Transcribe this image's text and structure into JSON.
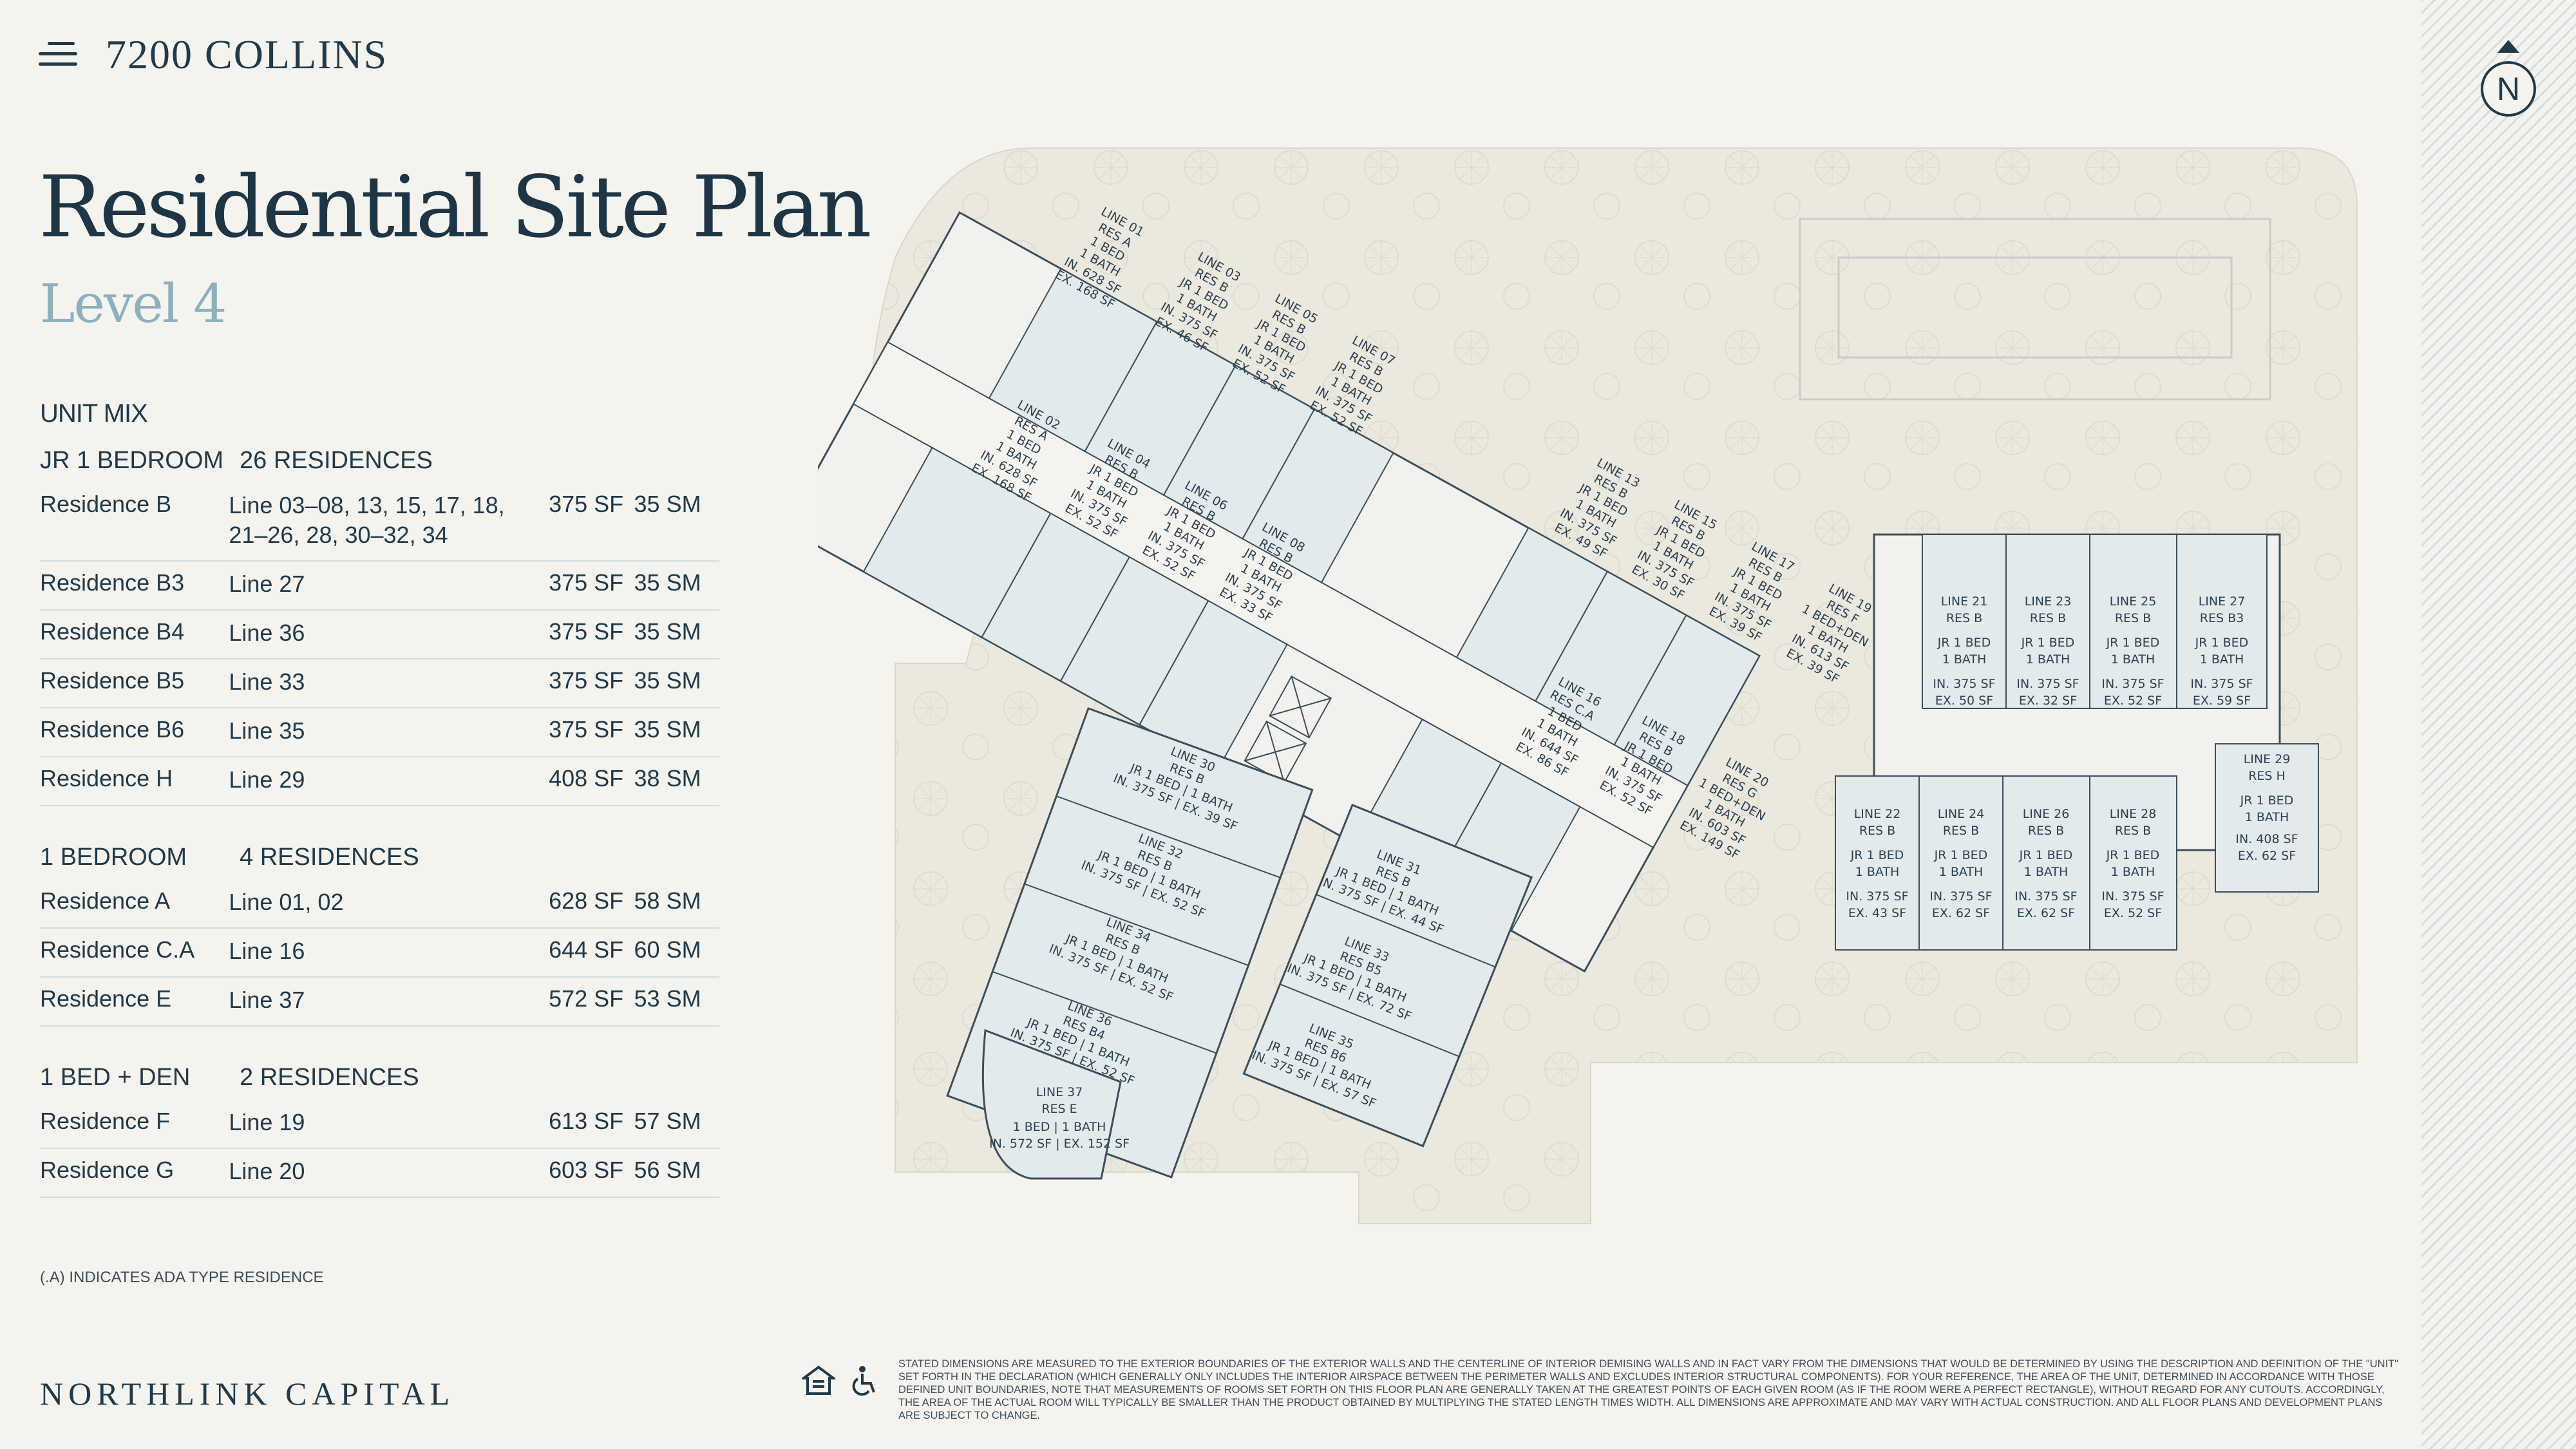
{
  "header": {
    "brand": "7200 COLLINS"
  },
  "page": {
    "title": "Residential Site Plan",
    "subtitle": "Level 4"
  },
  "unit_mix": {
    "heading": "UNIT MIX",
    "groups": [
      {
        "label": "JR 1 BEDROOM",
        "count": "26 RESIDENCES",
        "rows": [
          {
            "name": "Residence B",
            "lines": "Line 03–08, 13, 15, 17, 18, 21–26, 28, 30–32, 34",
            "sf": "375 SF",
            "sm": "35 SM"
          },
          {
            "name": "Residence B3",
            "lines": "Line 27",
            "sf": "375 SF",
            "sm": "35 SM"
          },
          {
            "name": "Residence B4",
            "lines": "Line 36",
            "sf": "375 SF",
            "sm": "35 SM"
          },
          {
            "name": "Residence B5",
            "lines": "Line 33",
            "sf": "375 SF",
            "sm": "35 SM"
          },
          {
            "name": "Residence B6",
            "lines": "Line 35",
            "sf": "375 SF",
            "sm": "35 SM"
          },
          {
            "name": "Residence H",
            "lines": "Line 29",
            "sf": "408 SF",
            "sm": "38 SM"
          }
        ]
      },
      {
        "label": "1 BEDROOM",
        "count": "4 RESIDENCES",
        "rows": [
          {
            "name": "Residence A",
            "lines": "Line 01, 02",
            "sf": "628 SF",
            "sm": "58 SM"
          },
          {
            "name": "Residence C.A",
            "lines": "Line 16",
            "sf": "644 SF",
            "sm": "60 SM"
          },
          {
            "name": "Residence E",
            "lines": "Line 37",
            "sf": "572 SF",
            "sm": "53 SM"
          }
        ]
      },
      {
        "label": "1 BED + DEN",
        "count": "2 RESIDENCES",
        "rows": [
          {
            "name": "Residence F",
            "lines": "Line 19",
            "sf": "613 SF",
            "sm": "57 SM"
          },
          {
            "name": "Residence G",
            "lines": "Line 20",
            "sf": "603 SF",
            "sm": "56 SM"
          }
        ]
      }
    ],
    "footnote": "(.A) INDICATES ADA TYPE RESIDENCE"
  },
  "footer": {
    "developer": "NORTHLINK CAPITAL",
    "legal": "STATED DIMENSIONS ARE MEASURED TO THE EXTERIOR BOUNDARIES OF THE EXTERIOR WALLS AND THE CENTERLINE OF INTERIOR DEMISING WALLS AND IN FACT VARY FROM THE DIMENSIONS THAT WOULD BE DETERMINED BY USING THE DESCRIPTION AND DEFINITION OF THE \"UNIT\" SET FORTH IN THE DECLARATION (WHICH GENERALLY ONLY INCLUDES THE INTERIOR AIRSPACE BETWEEN THE PERIMETER WALLS AND EXCLUDES INTERIOR STRUCTURAL COMPONENTS). FOR YOUR REFERENCE, THE AREA OF THE UNIT, DETERMINED IN ACCORDANCE WITH THOSE DEFINED UNIT BOUNDARIES, NOTE THAT MEASUREMENTS OF ROOMS SET FORTH ON THIS FLOOR PLAN ARE GENERALLY TAKEN AT THE GREATEST POINTS OF EACH GIVEN ROOM (AS IF THE ROOM WERE A PERFECT RECTANGLE), WITHOUT REGARD FOR ANY CUTOUTS. ACCORDINGLY, THE AREA OF THE ACTUAL ROOM WILL TYPICALLY BE SMALLER THAN THE PRODUCT OBTAINED BY MULTIPLYING THE STATED LENGTH TIMES WIDTH. ALL DIMENSIONS ARE APPROXIMATE AND MAY VARY WITH ACTUAL CONSTRUCTION. AND ALL FLOOR PLANS AND DEVELOPMENT PLANS ARE SUBJECT TO CHANGE."
  },
  "compass": {
    "label": "N"
  },
  "colors": {
    "ink": "#203a4a",
    "accent": "#8db0bf",
    "unit_fill": "#e3eaec",
    "ground": "#e9e6dc"
  },
  "plan": {
    "units": [
      {
        "line": "LINE 01",
        "res": "RES A",
        "rows": [
          "1 BED",
          "1 BATH",
          "IN. 628 SF",
          "EX. 168 SF"
        ]
      },
      {
        "line": "LINE 02",
        "res": "RES A",
        "rows": [
          "1 BED",
          "1 BATH",
          "IN. 628 SF",
          "EX. 168 SF"
        ]
      },
      {
        "line": "LINE 03",
        "res": "RES B",
        "rows": [
          "JR 1 BED",
          "1 BATH",
          "IN. 375 SF",
          "EX. 46 SF"
        ]
      },
      {
        "line": "LINE 04",
        "res": "RES B",
        "rows": [
          "JR 1 BED",
          "1 BATH",
          "IN. 375 SF",
          "EX. 52 SF"
        ]
      },
      {
        "line": "LINE 05",
        "res": "RES B",
        "rows": [
          "JR 1 BED",
          "1 BATH",
          "IN. 375 SF",
          "EX. 52 SF"
        ]
      },
      {
        "line": "LINE 06",
        "res": "RES B",
        "rows": [
          "JR 1 BED",
          "1 BATH",
          "IN. 375 SF",
          "EX. 52 SF"
        ]
      },
      {
        "line": "LINE 07",
        "res": "RES B",
        "rows": [
          "JR 1 BED",
          "1 BATH",
          "IN. 375 SF",
          "EX. 52 SF"
        ]
      },
      {
        "line": "LINE 08",
        "res": "RES B",
        "rows": [
          "JR 1 BED",
          "1 BATH",
          "IN. 375 SF",
          "EX. 33 SF"
        ]
      },
      {
        "line": "LINE 13",
        "res": "RES B",
        "rows": [
          "JR 1 BED",
          "1 BATH",
          "IN. 375 SF",
          "EX. 49 SF"
        ]
      },
      {
        "line": "LINE 15",
        "res": "RES B",
        "rows": [
          "JR 1 BED",
          "1 BATH",
          "IN. 375 SF",
          "EX. 30 SF"
        ]
      },
      {
        "line": "LINE 17",
        "res": "RES B",
        "rows": [
          "JR 1 BED",
          "1 BATH",
          "IN. 375 SF",
          "EX. 39 SF"
        ]
      },
      {
        "line": "LINE 19",
        "res": "RES F",
        "rows": [
          "1 BED+DEN",
          "1 BATH",
          "IN. 613 SF",
          "EX. 39 SF"
        ]
      },
      {
        "line": "LINE 16",
        "res": "RES C.A",
        "rows": [
          "1 BED",
          "1 BATH",
          "IN. 644 SF",
          "EX. 86 SF"
        ]
      },
      {
        "line": "LINE 18",
        "res": "RES B",
        "rows": [
          "JR 1 BED",
          "1 BATH",
          "IN. 375 SF",
          "EX. 52 SF"
        ]
      },
      {
        "line": "LINE 20",
        "res": "RES G",
        "rows": [
          "1 BED+DEN",
          "1 BATH",
          "IN. 603 SF",
          "EX. 149 SF"
        ]
      },
      {
        "line": "LINE 21",
        "res": "RES B",
        "rows": [
          "JR 1 BED",
          "1 BATH",
          "IN. 375 SF",
          "EX. 50 SF"
        ]
      },
      {
        "line": "LINE 23",
        "res": "RES B",
        "rows": [
          "JR 1 BED",
          "1 BATH",
          "IN. 375 SF",
          "EX. 32 SF"
        ]
      },
      {
        "line": "LINE 25",
        "res": "RES B",
        "rows": [
          "JR 1 BED",
          "1 BATH",
          "IN. 375 SF",
          "EX. 52 SF"
        ]
      },
      {
        "line": "LINE 27",
        "res": "RES B3",
        "rows": [
          "JR 1 BED",
          "1 BATH",
          "IN. 375 SF",
          "EX. 59 SF"
        ]
      },
      {
        "line": "LINE 29",
        "res": "RES H",
        "rows": [
          "JR 1 BED",
          "1 BATH",
          "IN. 408 SF",
          "EX. 62 SF"
        ]
      },
      {
        "line": "LINE 22",
        "res": "RES B",
        "rows": [
          "JR 1 BED",
          "1 BATH",
          "IN. 375 SF",
          "EX. 43 SF"
        ]
      },
      {
        "line": "LINE 24",
        "res": "RES B",
        "rows": [
          "JR 1 BED",
          "1 BATH",
          "IN. 375 SF",
          "EX. 62 SF"
        ]
      },
      {
        "line": "LINE 26",
        "res": "RES B",
        "rows": [
          "JR 1 BED",
          "1 BATH",
          "IN. 375 SF",
          "EX. 62 SF"
        ]
      },
      {
        "line": "LINE 28",
        "res": "RES B",
        "rows": [
          "JR 1 BED",
          "1 BATH",
          "IN. 375 SF",
          "EX. 52 SF"
        ]
      },
      {
        "line": "LINE 30",
        "res": "RES B",
        "rows": [
          "JR 1 BED | 1 BATH",
          "IN. 375 SF | EX. 39 SF"
        ]
      },
      {
        "line": "LINE 32",
        "res": "RES B",
        "rows": [
          "JR 1 BED | 1 BATH",
          "IN. 375 SF | EX. 52 SF"
        ]
      },
      {
        "line": "LINE 34",
        "res": "RES B",
        "rows": [
          "JR 1 BED | 1 BATH",
          "IN. 375 SF | EX. 52 SF"
        ]
      },
      {
        "line": "LINE 36",
        "res": "RES B4",
        "rows": [
          "JR 1 BED | 1 BATH",
          "IN. 375 SF | EX. 52 SF"
        ]
      },
      {
        "line": "LINE 37",
        "res": "RES E",
        "rows": [
          "1 BED | 1 BATH",
          "IN. 572 SF | EX. 152 SF"
        ]
      },
      {
        "line": "LINE 31",
        "res": "RES B",
        "rows": [
          "JR 1 BED | 1 BATH",
          "IN. 375 SF | EX. 44 SF"
        ]
      },
      {
        "line": "LINE 33",
        "res": "RES B5",
        "rows": [
          "JR 1 BED | 1 BATH",
          "IN. 375 SF | EX. 72 SF"
        ]
      },
      {
        "line": "LINE 35",
        "res": "RES B6",
        "rows": [
          "JR 1 BED | 1 BATH",
          "IN. 375 SF | EX. 57 SF"
        ]
      }
    ]
  }
}
